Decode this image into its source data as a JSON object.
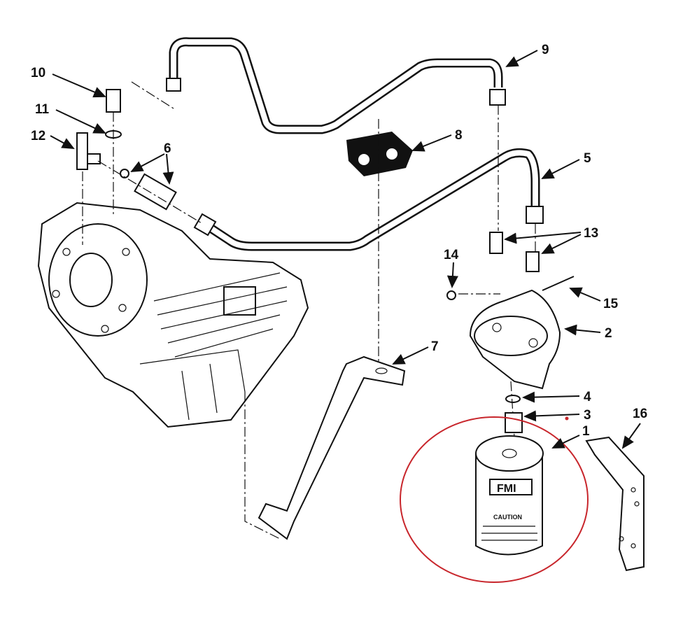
{
  "diagram": {
    "callouts": [
      {
        "id": "1",
        "label": "1"
      },
      {
        "id": "2",
        "label": "2"
      },
      {
        "id": "3",
        "label": "3"
      },
      {
        "id": "4",
        "label": "4"
      },
      {
        "id": "5",
        "label": "5"
      },
      {
        "id": "6",
        "label": "6"
      },
      {
        "id": "7",
        "label": "7"
      },
      {
        "id": "8",
        "label": "8"
      },
      {
        "id": "9",
        "label": "9"
      },
      {
        "id": "10",
        "label": "10"
      },
      {
        "id": "11",
        "label": "11"
      },
      {
        "id": "12",
        "label": "12"
      },
      {
        "id": "13",
        "label": "13"
      },
      {
        "id": "14",
        "label": "14"
      },
      {
        "id": "15",
        "label": "15"
      },
      {
        "id": "16",
        "label": "16"
      }
    ],
    "filter_label": {
      "brand": "FMI",
      "warning": "CAUTION"
    },
    "highlight_color": "#c8262c"
  }
}
